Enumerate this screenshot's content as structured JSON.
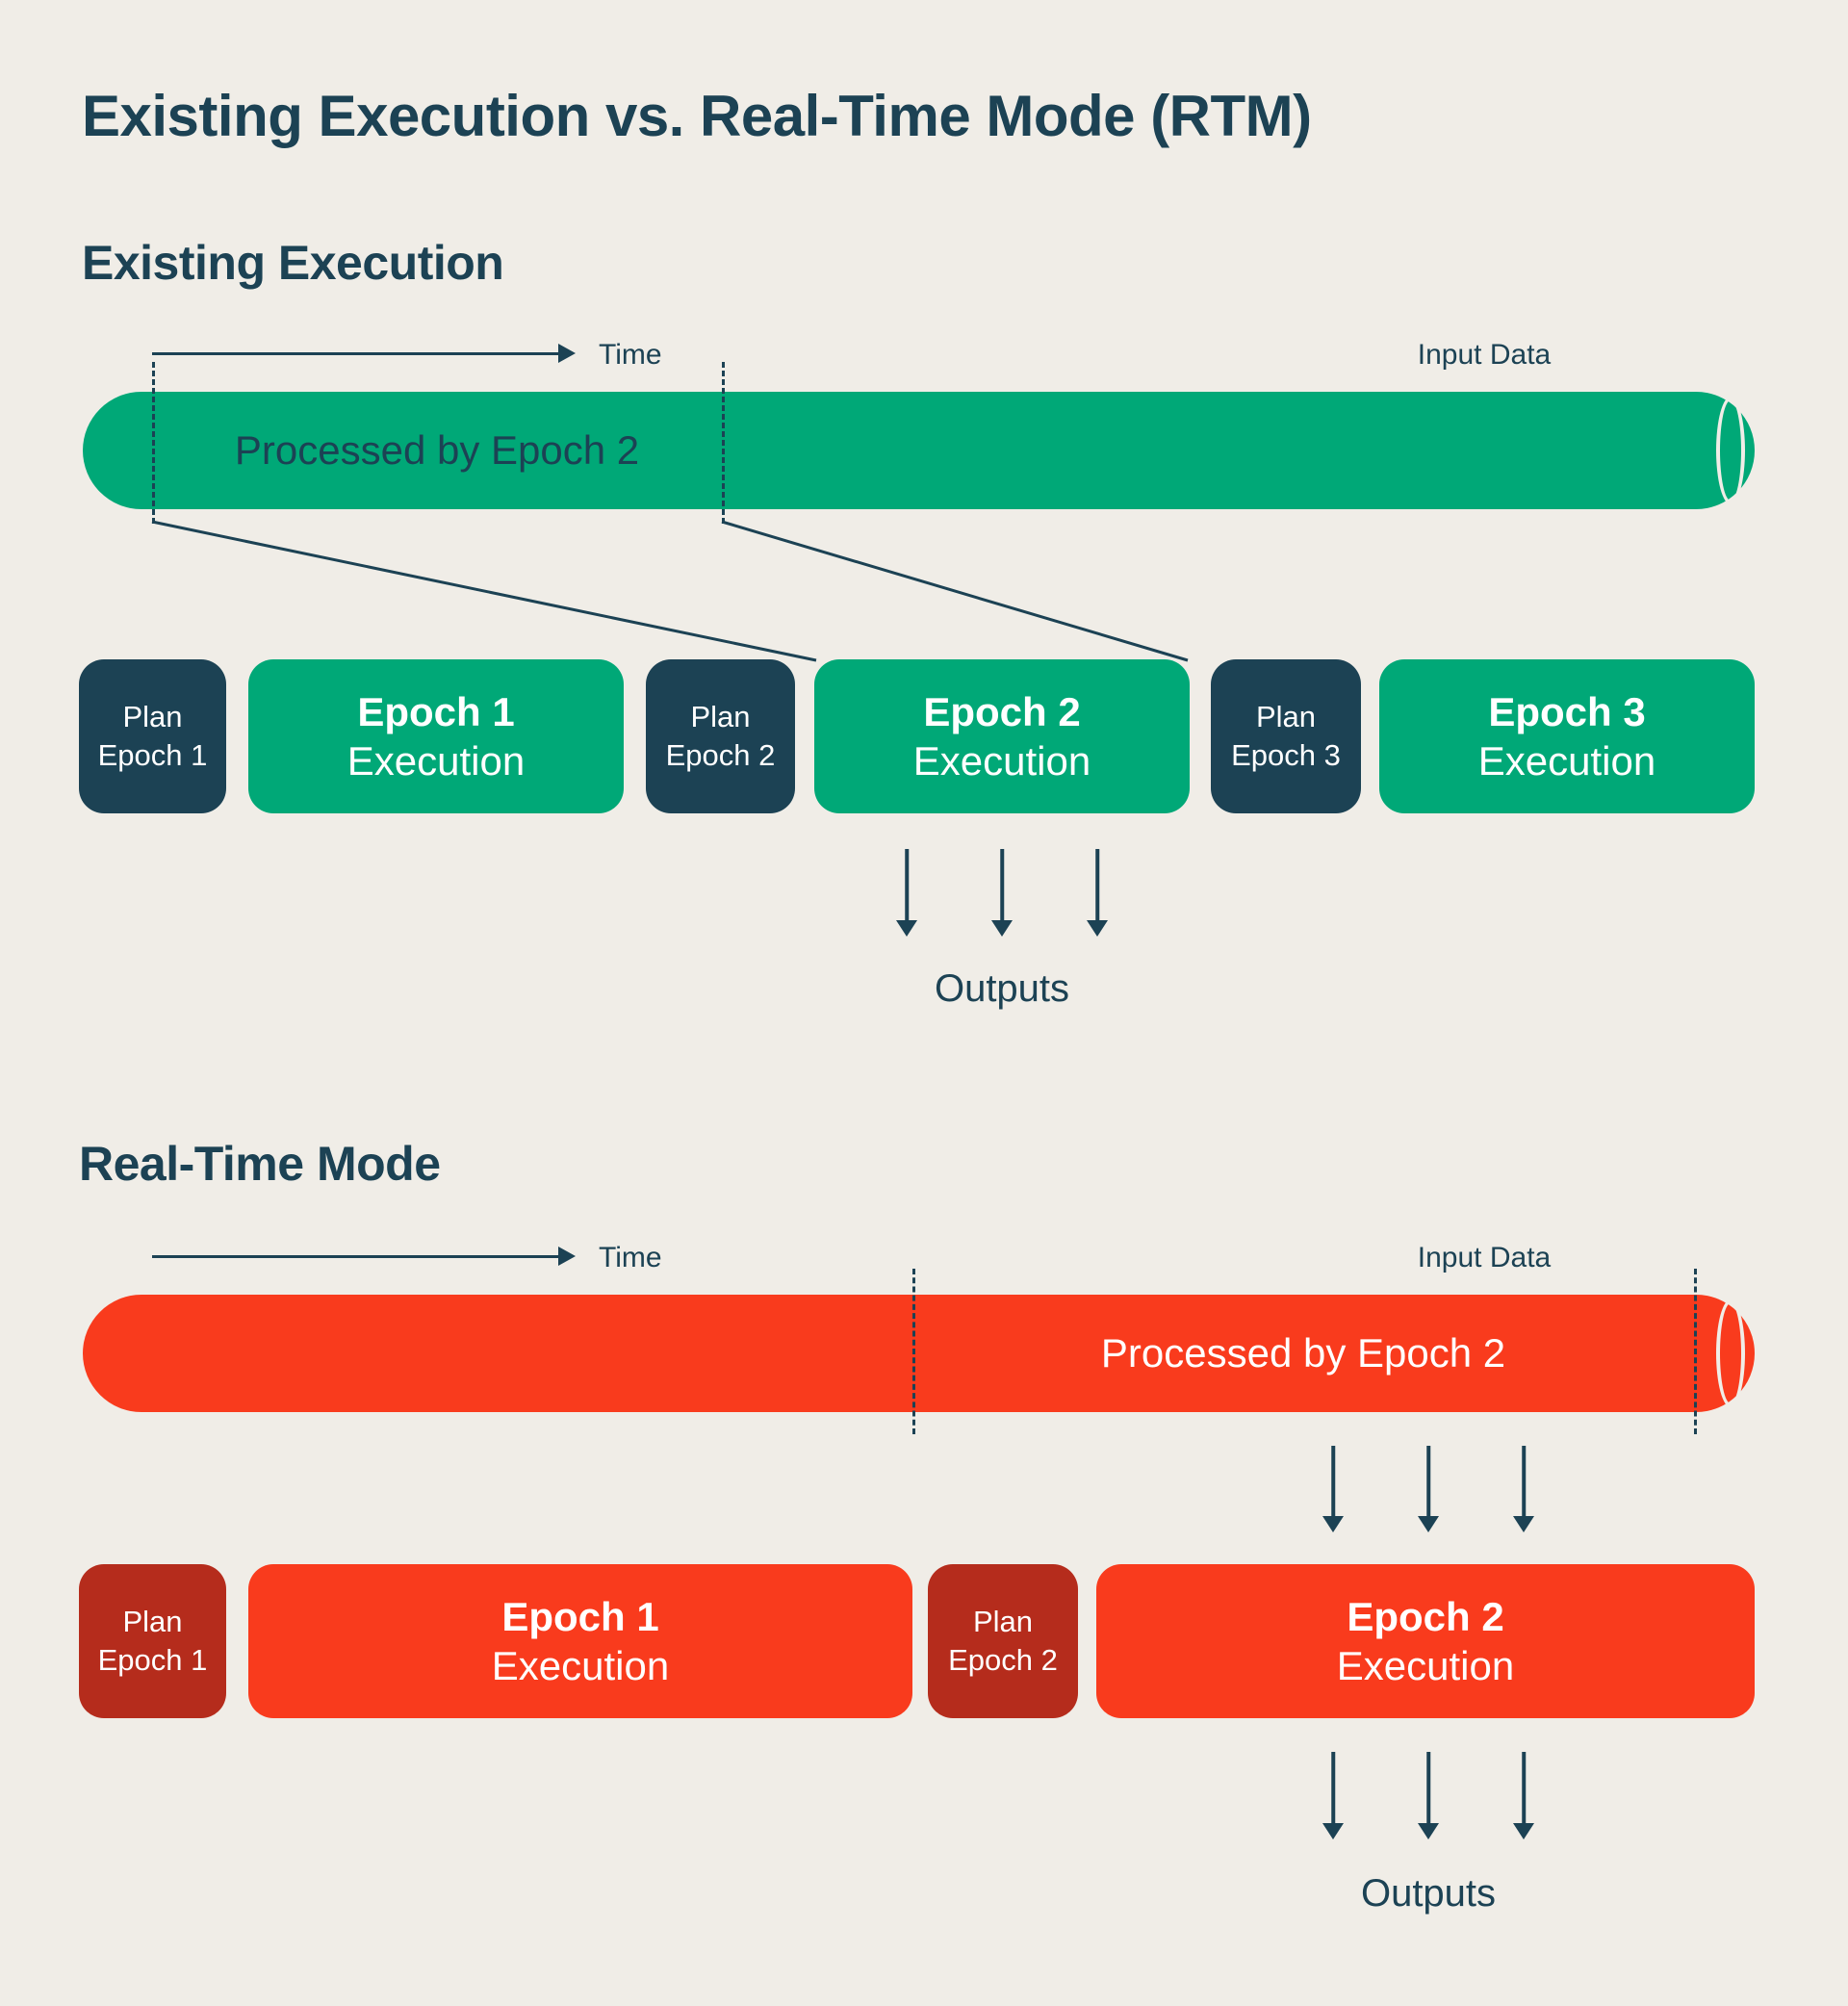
{
  "page": {
    "title": "Existing Execution vs. Real-Time Mode (RTM)"
  },
  "colors": {
    "background": "#F0EDE7",
    "navy": "#1C4254",
    "green": "#00A877",
    "red": "#F93B1D",
    "dark_red": "#B52C1C",
    "white": "#FFFFFF"
  },
  "existing": {
    "heading": "Existing Execution",
    "time_label": "Time",
    "input_data_label": "Input Data",
    "pipe_label": "Processed by Epoch 2",
    "outputs_label": "Outputs",
    "blocks": [
      {
        "kind": "plan",
        "line1": "Plan",
        "line2": "Epoch 1"
      },
      {
        "kind": "execution",
        "line1": "Epoch 1",
        "line2": "Execution"
      },
      {
        "kind": "plan",
        "line1": "Plan",
        "line2": "Epoch 2"
      },
      {
        "kind": "execution",
        "line1": "Epoch 2",
        "line2": "Execution"
      },
      {
        "kind": "plan",
        "line1": "Plan",
        "line2": "Epoch 3"
      },
      {
        "kind": "execution",
        "line1": "Epoch 3",
        "line2": "Execution"
      }
    ]
  },
  "rtm": {
    "heading": "Real-Time Mode",
    "time_label": "Time",
    "input_data_label": "Input Data",
    "pipe_label": "Processed by Epoch 2",
    "outputs_label": "Outputs",
    "blocks": [
      {
        "kind": "plan",
        "line1": "Plan",
        "line2": "Epoch 1"
      },
      {
        "kind": "execution",
        "line1": "Epoch 1",
        "line2": "Execution"
      },
      {
        "kind": "plan",
        "line1": "Plan",
        "line2": "Epoch 2"
      },
      {
        "kind": "execution",
        "line1": "Epoch 2",
        "line2": "Execution"
      }
    ]
  }
}
